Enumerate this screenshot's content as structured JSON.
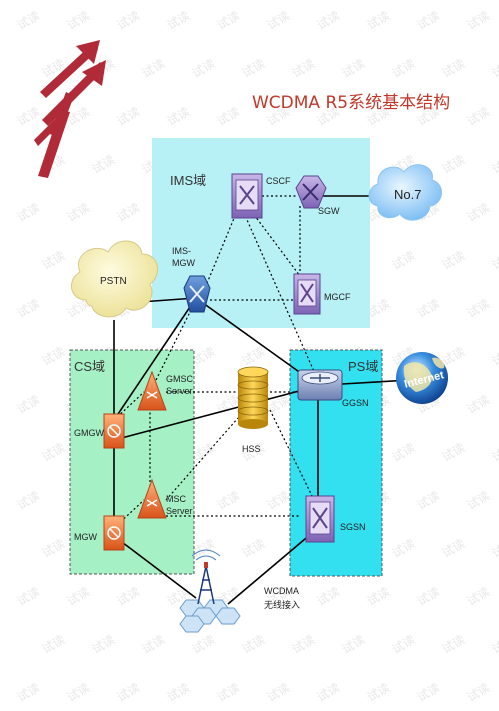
{
  "title": "WCDMA R5系统基本结构",
  "domains": {
    "ims": "IMS域",
    "cs": "CS域",
    "ps": "PS域"
  },
  "nodes": {
    "cscf": "CSCF",
    "sgw": "SGW",
    "no7": "No.7",
    "ims_mgw_line1": "IMS-",
    "ims_mgw_line2": "MGW",
    "mgcf": "MGCF",
    "pstn": "PSTN",
    "internet": "Internet",
    "gmsc_line1": "GMSC",
    "gmsc_line2": "Server",
    "gmgw": "GMGW",
    "hss": "HSS",
    "ggsn": "GGSN",
    "msc_line1": "MSC",
    "msc_line2": "Server",
    "mgw": "MGW",
    "sgsn": "SGSN",
    "wcdma_line1": "WCDMA",
    "wcdma_line2": "无线接入"
  },
  "watermark": "试读",
  "colors": {
    "title": "#c0392b",
    "ims_box": "#b7f0f5",
    "cs_box": "#a6f0c6",
    "ps_box": "#33e0f0",
    "logo": "#b02a37"
  }
}
